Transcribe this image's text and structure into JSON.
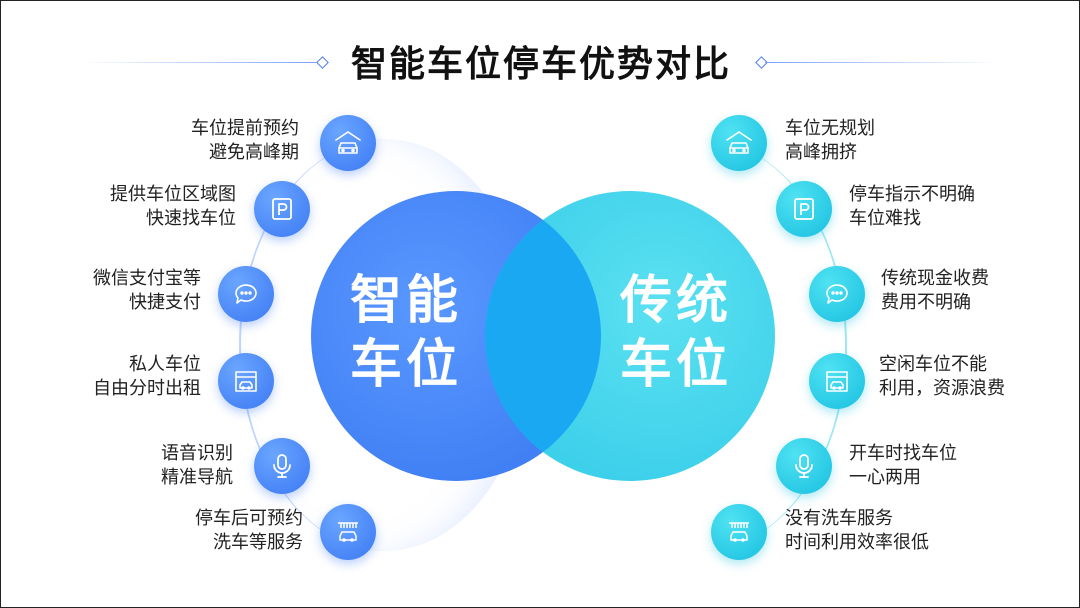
{
  "title": "智能车位停车优势对比",
  "left_circle": {
    "line1": "智能",
    "line2": "车位"
  },
  "right_circle": {
    "line1": "传统",
    "line2": "车位"
  },
  "left_items": [
    {
      "icon": "garage-car-icon",
      "line1": "车位提前预约",
      "line2": "避免高峰期"
    },
    {
      "icon": "parking-sign-icon",
      "line1": "提供车位区域图",
      "line2": "快速找车位"
    },
    {
      "icon": "chat-bubble-icon",
      "line1": "微信支付宝等",
      "line2": "快捷支付"
    },
    {
      "icon": "parking-garage-icon",
      "line1": "私人车位",
      "line2": "自由分时出租"
    },
    {
      "icon": "microphone-icon",
      "line1": "语音识别",
      "line2": "精准导航"
    },
    {
      "icon": "car-wash-icon",
      "line1": "停车后可预约",
      "line2": "洗车等服务"
    }
  ],
  "right_items": [
    {
      "icon": "garage-car-icon",
      "line1": "车位无规划",
      "line2": "高峰拥挤"
    },
    {
      "icon": "parking-sign-icon",
      "line1": "停车指示不明确",
      "line2": "车位难找"
    },
    {
      "icon": "chat-bubble-icon",
      "line1": "传统现金收费",
      "line2": "费用不明确"
    },
    {
      "icon": "parking-garage-icon",
      "line1": "空闲车位不能",
      "line2": "利用，资源浪费"
    },
    {
      "icon": "microphone-icon",
      "line1": "开车时找车位",
      "line2": "一心两用"
    },
    {
      "icon": "car-wash-icon",
      "line1": "没有洗车服务",
      "line2": "时间利用效率很低"
    }
  ],
  "colors": {
    "left_accent": "#3b78f3",
    "right_accent": "#19bfe0",
    "overlap": "#1aa8f2"
  }
}
